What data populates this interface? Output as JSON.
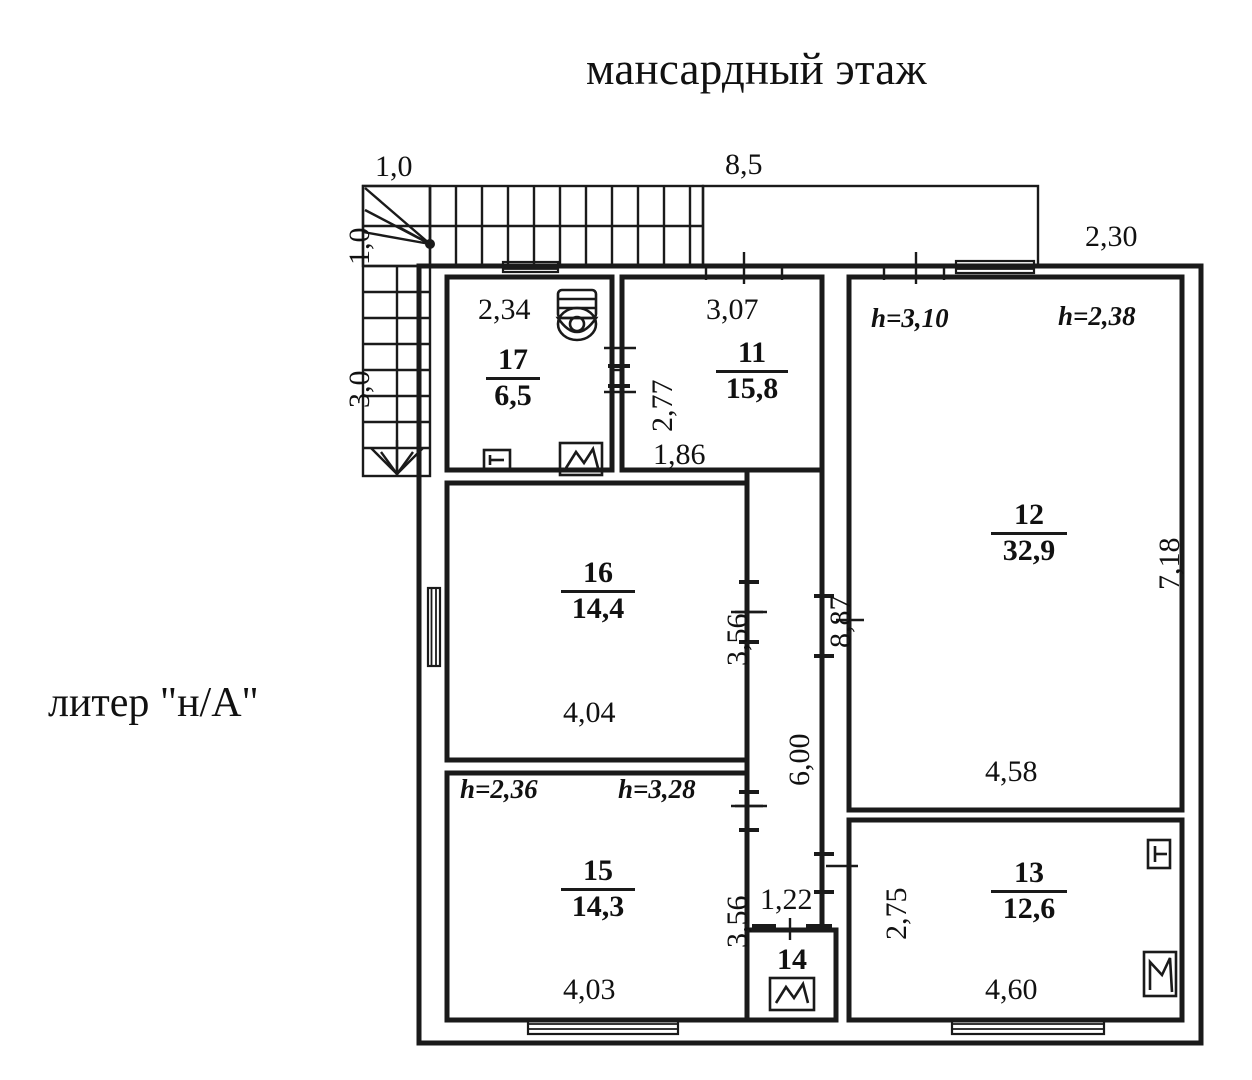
{
  "header": {
    "title": "мансардный этаж"
  },
  "annotations": {
    "liter": "литер \"н/А\""
  },
  "stair": {
    "top_width": "1,0",
    "left_upper": "1,0",
    "left_lower": "3,0"
  },
  "overall_dims": {
    "top": "8,5",
    "right_top": "2,30",
    "right_main": "7,18",
    "corridor_long": "8,87",
    "corridor_short": "6,00"
  },
  "rooms": [
    {
      "id": "room-17",
      "number": "17",
      "area": "6,5",
      "dims": {
        "width": "2,34"
      },
      "fixtures": [
        "toilet",
        "outlet-icon",
        "vent-icon"
      ]
    },
    {
      "id": "room-11",
      "number": "11",
      "area": "15,8",
      "dims": {
        "width": "3,07",
        "inner_left": "2,77",
        "inner_bottom": "1,86"
      }
    },
    {
      "id": "room-12",
      "number": "12",
      "area": "32,9",
      "dims": {
        "width": "4,58",
        "height": "7,18"
      },
      "heights": [
        "h=3,10",
        "h=2,38"
      ]
    },
    {
      "id": "room-16",
      "number": "16",
      "area": "14,4",
      "dims": {
        "width": "4,04",
        "height": "3,56"
      }
    },
    {
      "id": "room-15",
      "number": "15",
      "area": "14,3",
      "dims": {
        "width": "4,03",
        "height": "3,56"
      },
      "heights": [
        "h=2,36",
        "h=3,28"
      ]
    },
    {
      "id": "room-14",
      "number": "14",
      "area": "",
      "dims": {
        "width": "1,22"
      },
      "fixtures": [
        "vent-icon"
      ]
    },
    {
      "id": "room-13",
      "number": "13",
      "area": "12,6",
      "dims": {
        "width": "4,60",
        "height": "2,75"
      },
      "fixtures": [
        "panel-icon",
        "vent-icon"
      ]
    }
  ],
  "colors": {
    "ink": "#1a1a1a",
    "paper": "#ffffff"
  }
}
